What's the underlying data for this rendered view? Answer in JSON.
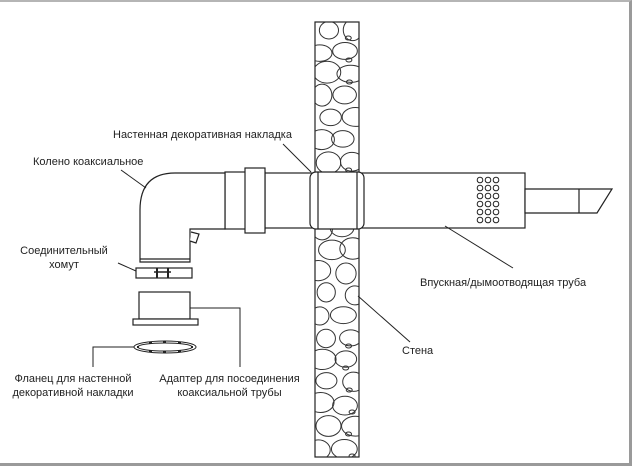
{
  "diagram": {
    "title": "Coaxial flue installation through wall",
    "labels": {
      "wall_plate": "Настенная декоративная накладка",
      "elbow": "Колено коаксиальное",
      "clamp": [
        "Соединительный",
        "хомут"
      ],
      "flange": [
        "Фланец для настенной",
        "декоративной накладки"
      ],
      "adapter": [
        "Адаптер для посоединения",
        "коаксиальной трубы"
      ],
      "pipe": "Впускная/дымоотводящая труба",
      "wall": "Стена"
    },
    "components": [
      "wall",
      "wall-decorative-plate",
      "coaxial-elbow",
      "connecting-clamp",
      "coaxial-adapter",
      "wall-plate-flange",
      "intake-exhaust-pipe",
      "air-intake-holes",
      "exhaust-tip"
    ],
    "colors": {
      "line": "#222222",
      "background": "#ffffff",
      "frame": "#9a9a9a"
    }
  }
}
